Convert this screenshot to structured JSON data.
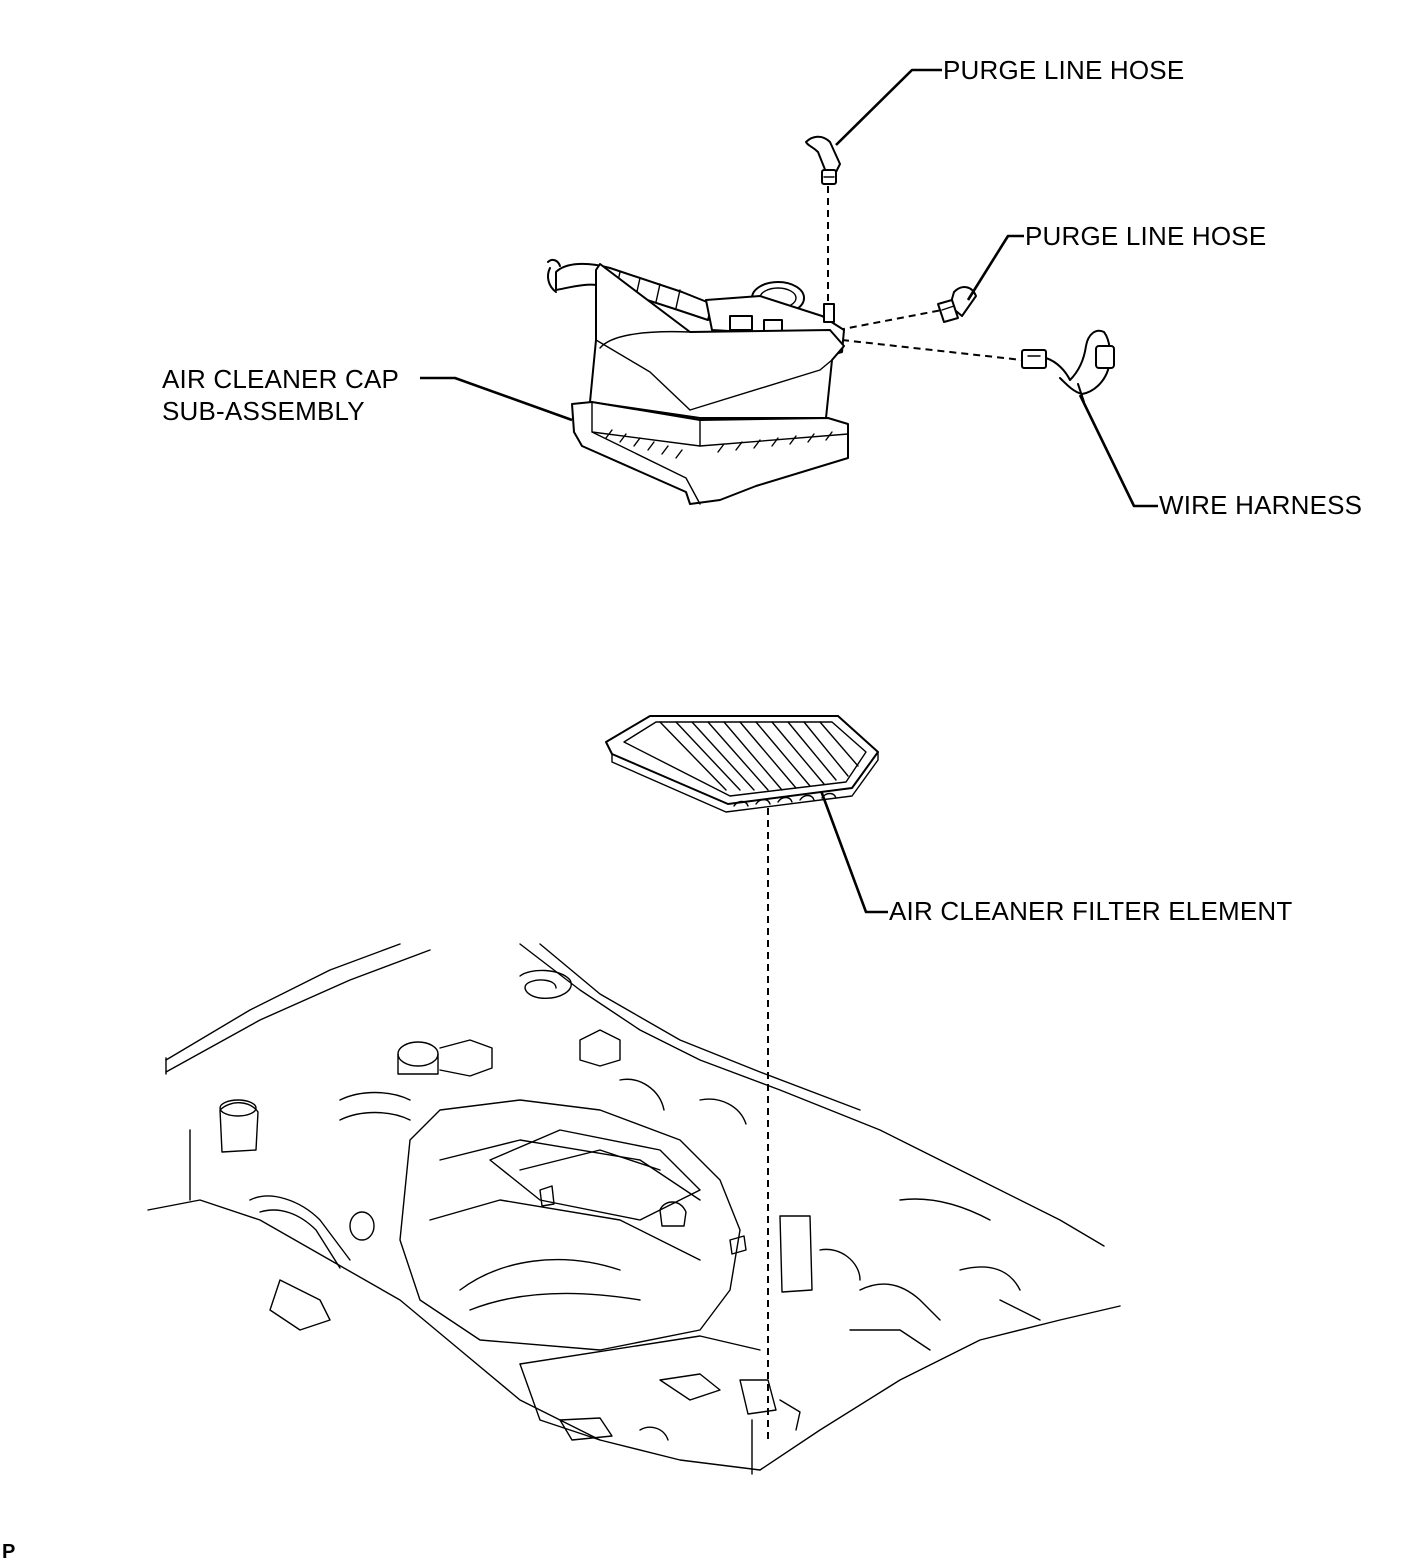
{
  "labels": {
    "purge_line_hose_top": "PURGE LINE HOSE",
    "purge_line_hose_mid": "PURGE LINE HOSE",
    "air_cleaner_cap_line1": "AIR CLEANER CAP",
    "air_cleaner_cap_line2": "SUB-ASSEMBLY",
    "wire_harness": "WIRE HARNESS",
    "air_cleaner_filter_element": "AIR CLEANER FILTER ELEMENT"
  },
  "corner_mark": "P"
}
